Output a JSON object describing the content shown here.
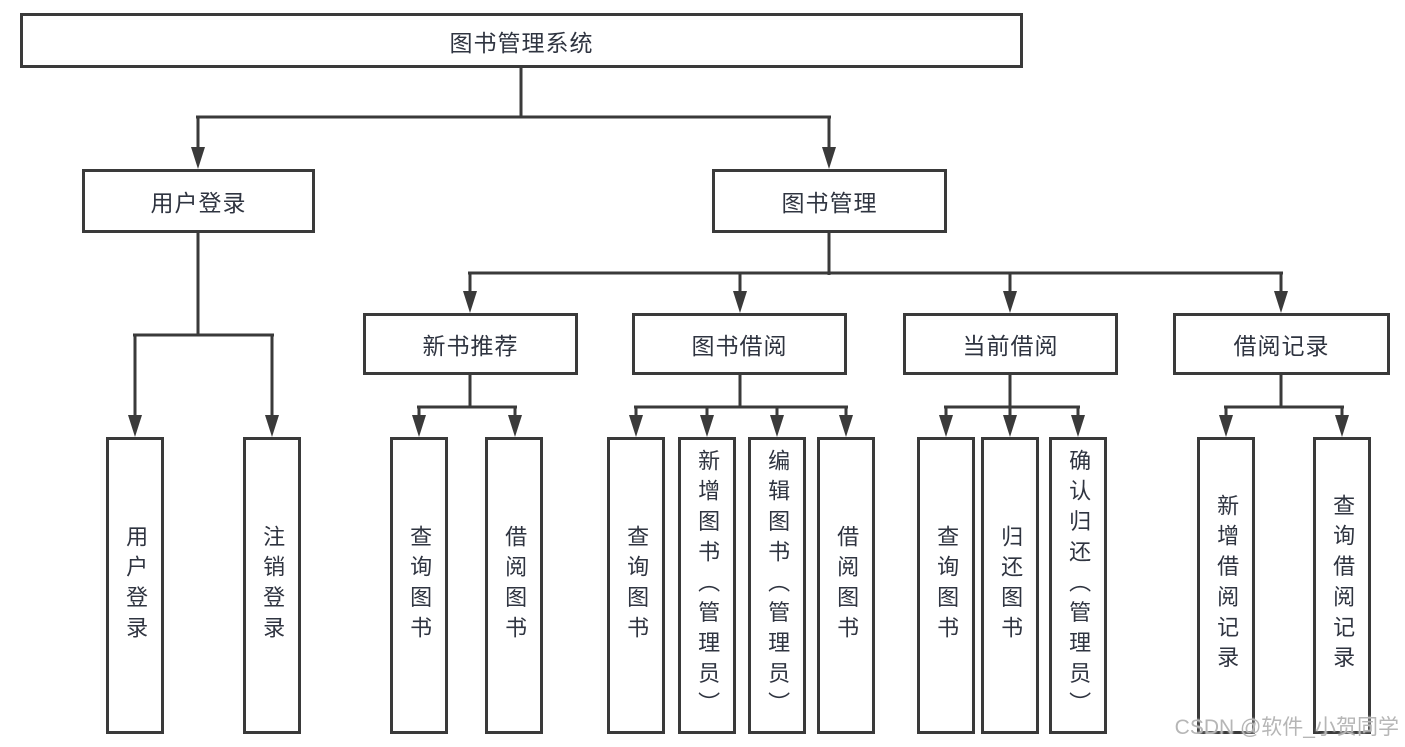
{
  "tree": {
    "root": {
      "label": "图书管理系统",
      "children": [
        {
          "label": "用户登录",
          "children": [
            {
              "label": "用户登录"
            },
            {
              "label": "注销登录"
            }
          ]
        },
        {
          "label": "图书管理",
          "children": [
            {
              "label": "新书推荐",
              "children": [
                {
                  "label": "查询图书"
                },
                {
                  "label": "借阅图书"
                }
              ]
            },
            {
              "label": "图书借阅",
              "children": [
                {
                  "label": "查询图书"
                },
                {
                  "label": "新增图书（管理员）"
                },
                {
                  "label": "编辑图书（管理员）"
                },
                {
                  "label": "借阅图书"
                }
              ]
            },
            {
              "label": "当前借阅",
              "children": [
                {
                  "label": "查询图书"
                },
                {
                  "label": "归还图书"
                },
                {
                  "label": "确认归还（管理员）"
                }
              ]
            },
            {
              "label": "借阅记录",
              "children": [
                {
                  "label": "新增借阅记录"
                },
                {
                  "label": "查询借阅记录"
                }
              ]
            }
          ]
        }
      ]
    }
  },
  "watermark": {
    "text": "CSDN @软件_小贺同学"
  },
  "colors": {
    "line": "#3a3a3a",
    "box_border": "#3a3a3a",
    "text": "#2f3440",
    "watermark": "#b6b6b6",
    "background": "#ffffff"
  }
}
